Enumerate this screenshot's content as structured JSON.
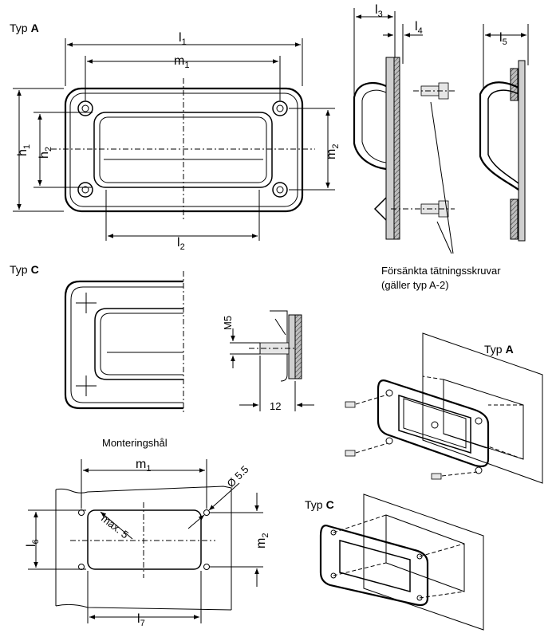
{
  "labels": {
    "typ_prefix": "Typ",
    "typ_a": "A",
    "typ_c": "C",
    "dim_l1": "l",
    "dim_l1_sub": "1",
    "dim_m1": "m",
    "dim_m1_sub": "1",
    "dim_h1": "h",
    "dim_h1_sub": "1",
    "dim_h2": "h",
    "dim_h2_sub": "2",
    "dim_m2": "m",
    "dim_m2_sub": "2",
    "dim_l2": "l",
    "dim_l2_sub": "2",
    "dim_l3": "l",
    "dim_l3_sub": "3",
    "dim_l4": "l",
    "dim_l4_sub": "4",
    "dim_l5": "l",
    "dim_l5_sub": "5",
    "dim_l6": "l",
    "dim_l6_sub": "6",
    "dim_l7": "l",
    "dim_l7_sub": "7",
    "screw_note_line1": "Försänkta tätningsskruvar",
    "screw_note_line2": "(gäller typ A-2)",
    "m5": "M5",
    "twelve": "12",
    "mounting_holes": "Monteringshål",
    "max5": "max. 5",
    "dia55": "Ø 5.5"
  }
}
